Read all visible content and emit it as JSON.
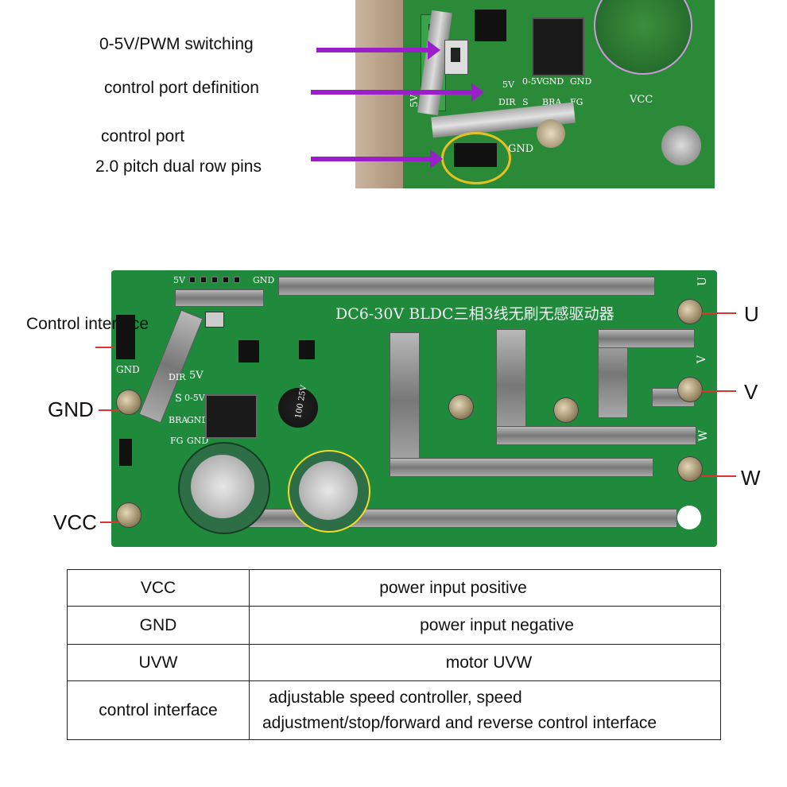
{
  "top_labels": {
    "pwm": "0-5V/PWM switching",
    "port_def": "control port definition",
    "port": "control port",
    "pitch": "2.0 pitch dual row pins"
  },
  "board_labels": {
    "control_interface": "Control interface",
    "gnd": "GND",
    "vcc": "VCC",
    "u": "U",
    "v": "V",
    "w": "W"
  },
  "board_silk": {
    "title": "DC6-30V  BLDC三相3线无刷无感驱动器",
    "five_v": "5V",
    "gnd_top": "GND",
    "gnd_left": "GND",
    "dir": "DIR",
    "s": "S",
    "zero_five": "0-5V",
    "bra": "BRA",
    "fg": "FG",
    "gnd_r1": "GND",
    "gnd_r2": "GND",
    "cap_label": "100 25V",
    "u": "U",
    "v": "V",
    "w": "W"
  },
  "photo_silk": {
    "five_v": "5V",
    "zero_five": "0-5V",
    "gnd1": "GND",
    "gnd2": "GND",
    "dir": "DIR",
    "s": "S",
    "bra": "BRA",
    "fg": "FG",
    "vcc": "VCC",
    "gnd_side": "GND",
    "five_v_left": "5V"
  },
  "table": {
    "rows": [
      {
        "name": "VCC",
        "desc": "power input positive"
      },
      {
        "name": "GND",
        "desc": "power input negative"
      },
      {
        "name": "UVW",
        "desc": "motor UVW"
      },
      {
        "name": "control interface",
        "desc1": "adjustable speed controller, speed",
        "desc2": "adjustment/stop/forward and reverse control interface"
      }
    ]
  },
  "colors": {
    "pcb": "#1f8a3c",
    "arrow": "#9b1fc9",
    "pointer": "#dd3333",
    "highlight": "#e8c020"
  }
}
